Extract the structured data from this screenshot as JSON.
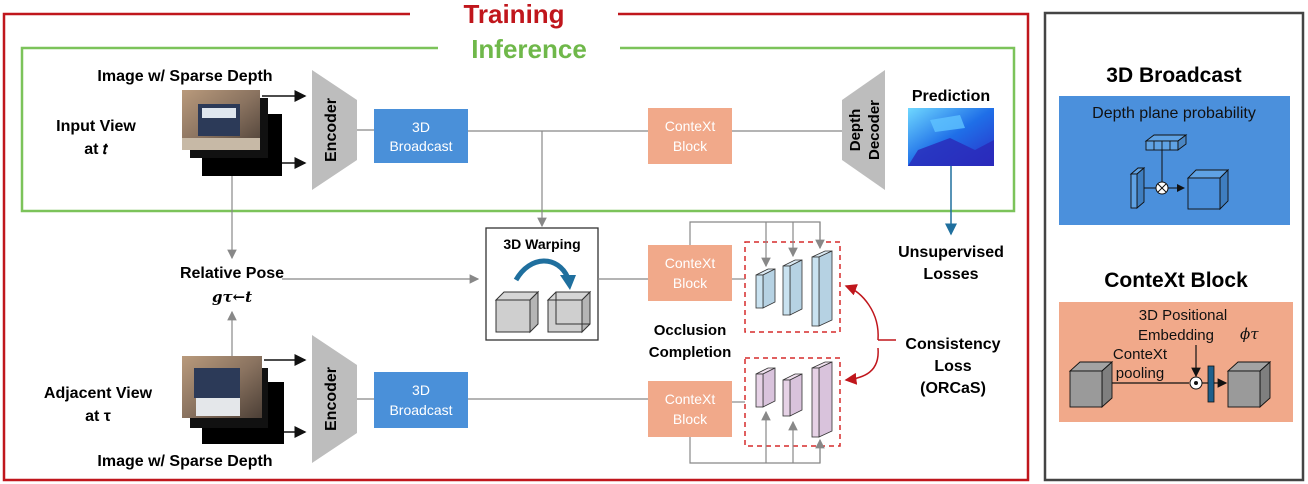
{
  "colors": {
    "training": "#c0161c",
    "inference": "#7cc35a",
    "broadcast_box": "#4a90d9",
    "context_box": "#f1a98a",
    "side_panel_border": "#444444",
    "side_blue": "#4b90dc",
    "side_orange": "#f1a98a",
    "line": "#888888",
    "loss_arrow": "#1f6f9e",
    "dashed": "#d62b2b",
    "consistency": "#c0161c"
  },
  "main": {
    "training_title": "Training",
    "inference_title": "Inference",
    "top_view": {
      "image_label": "Image w/ Sparse Depth",
      "view_label_line1": "Input View",
      "view_label_line2": "at 𝑡",
      "encoder": "Encoder",
      "broadcast_line1": "3D",
      "broadcast_line2": "Broadcast",
      "context_line1": "ConteXt",
      "context_line2": "Block",
      "decoder_line1": "Depth",
      "decoder_line2": "Decoder",
      "prediction": "Prediction"
    },
    "middle": {
      "warping_title": "3D Warping",
      "relative_pose": "Relative Pose",
      "pose_symbol": "𝒈τ←𝒕",
      "context_line1": "ConteXt",
      "context_line2": "Block",
      "occlusion_line1": "Occlusion",
      "occlusion_line2": "Completion",
      "unsup_line1": "Unsupervised",
      "unsup_line2": "Losses",
      "consistency_line1": "Consistency",
      "consistency_line2": "Loss",
      "consistency_line3": "(ORCaS)"
    },
    "bottom_view": {
      "view_label_line1": "Adjacent View",
      "view_label_line2": "at τ",
      "encoder": "Encoder",
      "broadcast_line1": "3D",
      "broadcast_line2": "Broadcast",
      "context_line1": "ConteXt",
      "context_line2": "Block",
      "image_label": "Image w/ Sparse Depth"
    }
  },
  "side": {
    "broadcast_title": "3D Broadcast",
    "broadcast_caption": "Depth plane probability",
    "context_title": "ConteXt Block",
    "pos_line1": "3D Positional",
    "pos_line2": "Embedding",
    "pos_symbol": "ϕτ",
    "pool_line1": "ConteXt",
    "pool_line2": "pooling"
  }
}
